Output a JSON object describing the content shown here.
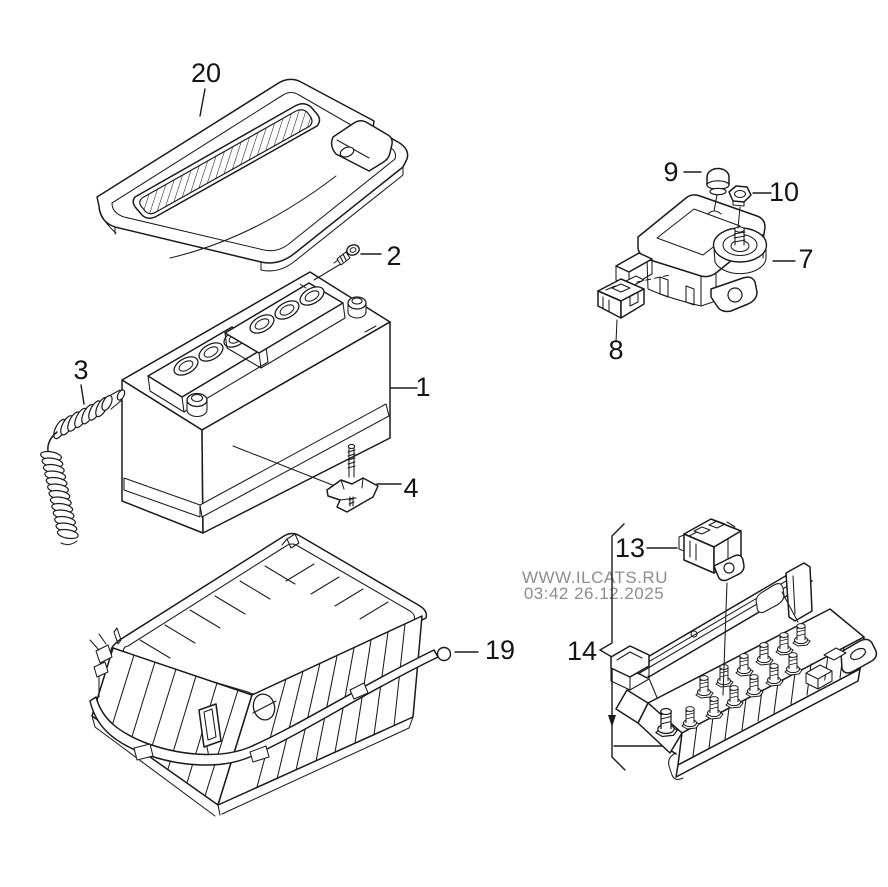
{
  "watermark": {
    "line1": "WWW.ILCATS.RU",
    "line2": "03:42 26.12.2025"
  },
  "labels": {
    "p1": "1",
    "p2": "2",
    "p3": "3",
    "p4": "4",
    "p7": "7",
    "p8": "8",
    "p9": "9",
    "p10": "10",
    "p13": "13",
    "p14": "14",
    "p19": "19",
    "p20": "20"
  },
  "colors": {
    "line": "#1b1b1b",
    "watermark": "#8e8e8e",
    "background": "#ffffff"
  }
}
